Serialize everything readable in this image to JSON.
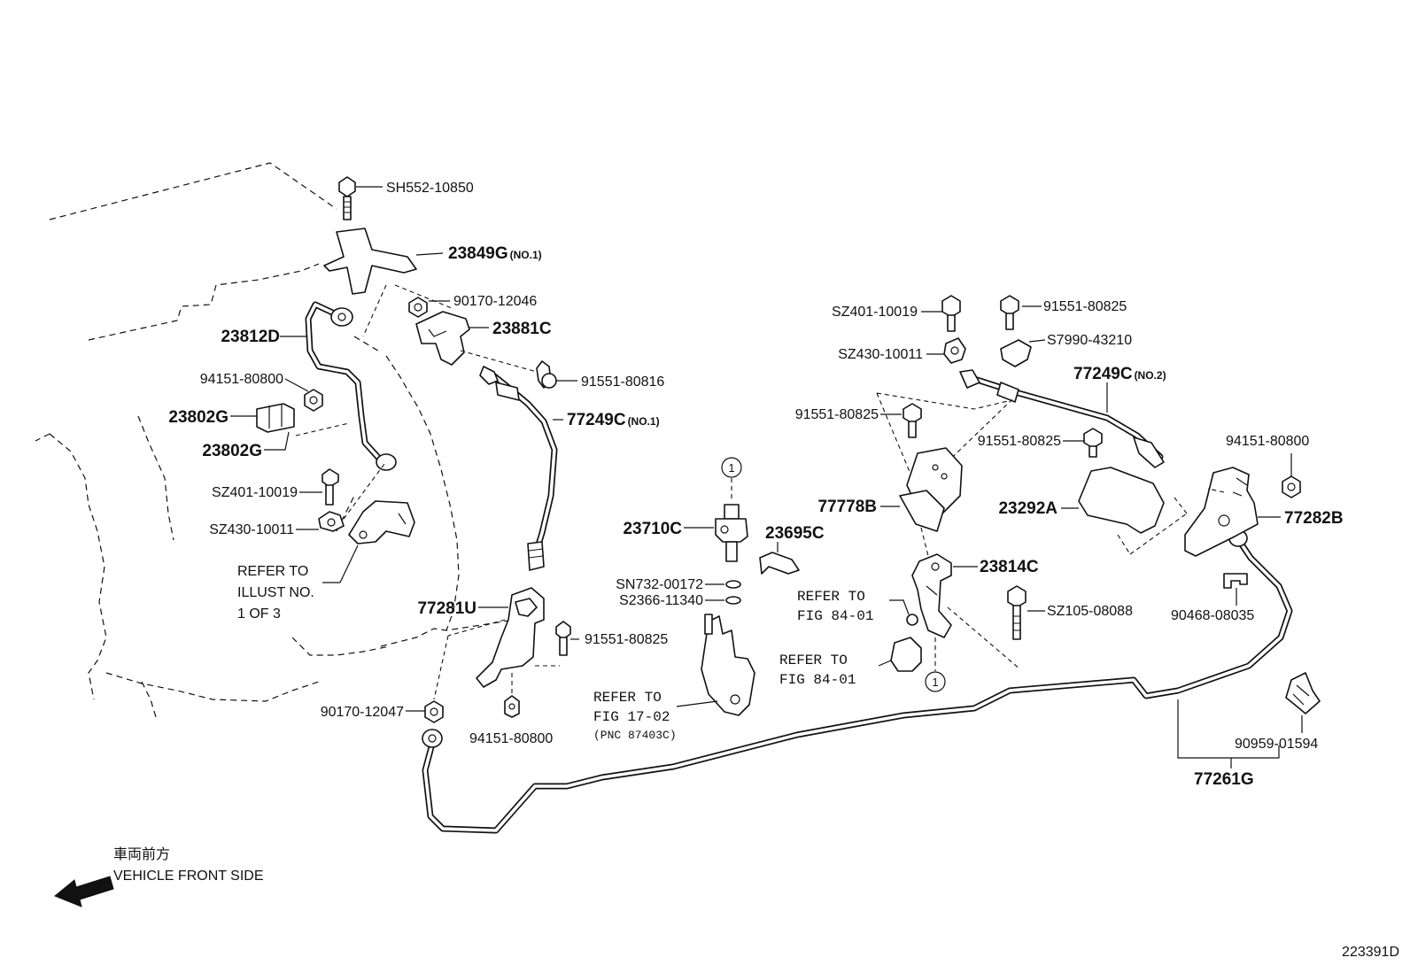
{
  "callouts": [
    {
      "id": "sh552-10850",
      "text": "SH552-10850",
      "kind": "pn"
    },
    {
      "id": "23849g",
      "text": "23849G",
      "suffix": "(NO.1)",
      "kind": "pnb"
    },
    {
      "id": "90170-12046",
      "text": "90170-12046",
      "kind": "pn"
    },
    {
      "id": "23881c",
      "text": "23881C",
      "kind": "pnb"
    },
    {
      "id": "23812d",
      "text": "23812D",
      "kind": "pnb"
    },
    {
      "id": "91551-80816",
      "text": "91551-80816",
      "kind": "pn"
    },
    {
      "id": "94151-80800-a",
      "text": "94151-80800",
      "kind": "pn"
    },
    {
      "id": "77249c-no1",
      "text": "77249C",
      "suffix": "(NO.1)",
      "kind": "pnb"
    },
    {
      "id": "23802g-a",
      "text": "23802G",
      "kind": "pnb"
    },
    {
      "id": "23802g-b",
      "text": "23802G",
      "kind": "pnb"
    },
    {
      "id": "sz401-10019-a",
      "text": "SZ401-10019",
      "kind": "pn"
    },
    {
      "id": "sz430-10011-a",
      "text": "SZ430-10011",
      "kind": "pn"
    },
    {
      "id": "sz401-10019-b",
      "text": "SZ401-10019",
      "kind": "pn"
    },
    {
      "id": "91551-80825-a",
      "text": "91551-80825",
      "kind": "pn"
    },
    {
      "id": "sz430-10011-b",
      "text": "SZ430-10011",
      "kind": "pn"
    },
    {
      "id": "s7990-43210",
      "text": "S7990-43210",
      "kind": "pn"
    },
    {
      "id": "77249c-no2",
      "text": "77249C",
      "suffix": "(NO.2)",
      "kind": "pnb"
    },
    {
      "id": "91551-80825-b",
      "text": "91551-80825",
      "kind": "pn"
    },
    {
      "id": "91551-80825-c",
      "text": "91551-80825",
      "kind": "pn"
    },
    {
      "id": "94151-80800-b",
      "text": "94151-80800",
      "kind": "pn"
    },
    {
      "id": "77778b",
      "text": "77778B",
      "kind": "pnb"
    },
    {
      "id": "23292a",
      "text": "23292A",
      "kind": "pnb"
    },
    {
      "id": "77282b",
      "text": "77282B",
      "kind": "pnb"
    },
    {
      "id": "23710c",
      "text": "23710C",
      "kind": "pnb"
    },
    {
      "id": "23695c",
      "text": "23695C",
      "kind": "pnb"
    },
    {
      "id": "23814c",
      "text": "23814C",
      "kind": "pnb"
    },
    {
      "id": "sn732-00172",
      "text": "SN732-00172",
      "kind": "pn"
    },
    {
      "id": "s2366-11340",
      "text": "S2366-11340",
      "kind": "pn"
    },
    {
      "id": "sz105-08088",
      "text": "SZ105-08088",
      "kind": "pn"
    },
    {
      "id": "90468-08035",
      "text": "90468-08035",
      "kind": "pn"
    },
    {
      "id": "77281u",
      "text": "77281U",
      "kind": "pnb"
    },
    {
      "id": "91551-80825-d",
      "text": "91551-80825",
      "kind": "pn"
    },
    {
      "id": "90170-12047",
      "text": "90170-12047",
      "kind": "pn"
    },
    {
      "id": "94151-80800-c",
      "text": "94151-80800",
      "kind": "pn"
    },
    {
      "id": "90959-01594",
      "text": "90959-01594",
      "kind": "pn"
    },
    {
      "id": "77261g",
      "text": "77261G",
      "kind": "pnb"
    }
  ],
  "references": {
    "illust": [
      "REFER TO",
      "ILLUST NO.",
      "1 OF 3"
    ],
    "fig84_a": [
      "REFER TO",
      "FIG 84-01"
    ],
    "fig84_b": [
      "REFER TO",
      "FIG 84-01"
    ],
    "fig17": [
      "REFER TO",
      "FIG 17-02",
      "(PNC 87403C)"
    ]
  },
  "markers": [
    "1",
    "1"
  ],
  "direction": {
    "jp": "車両前方",
    "en": "VEHICLE FRONT SIDE"
  },
  "diagram_id": "223391D"
}
